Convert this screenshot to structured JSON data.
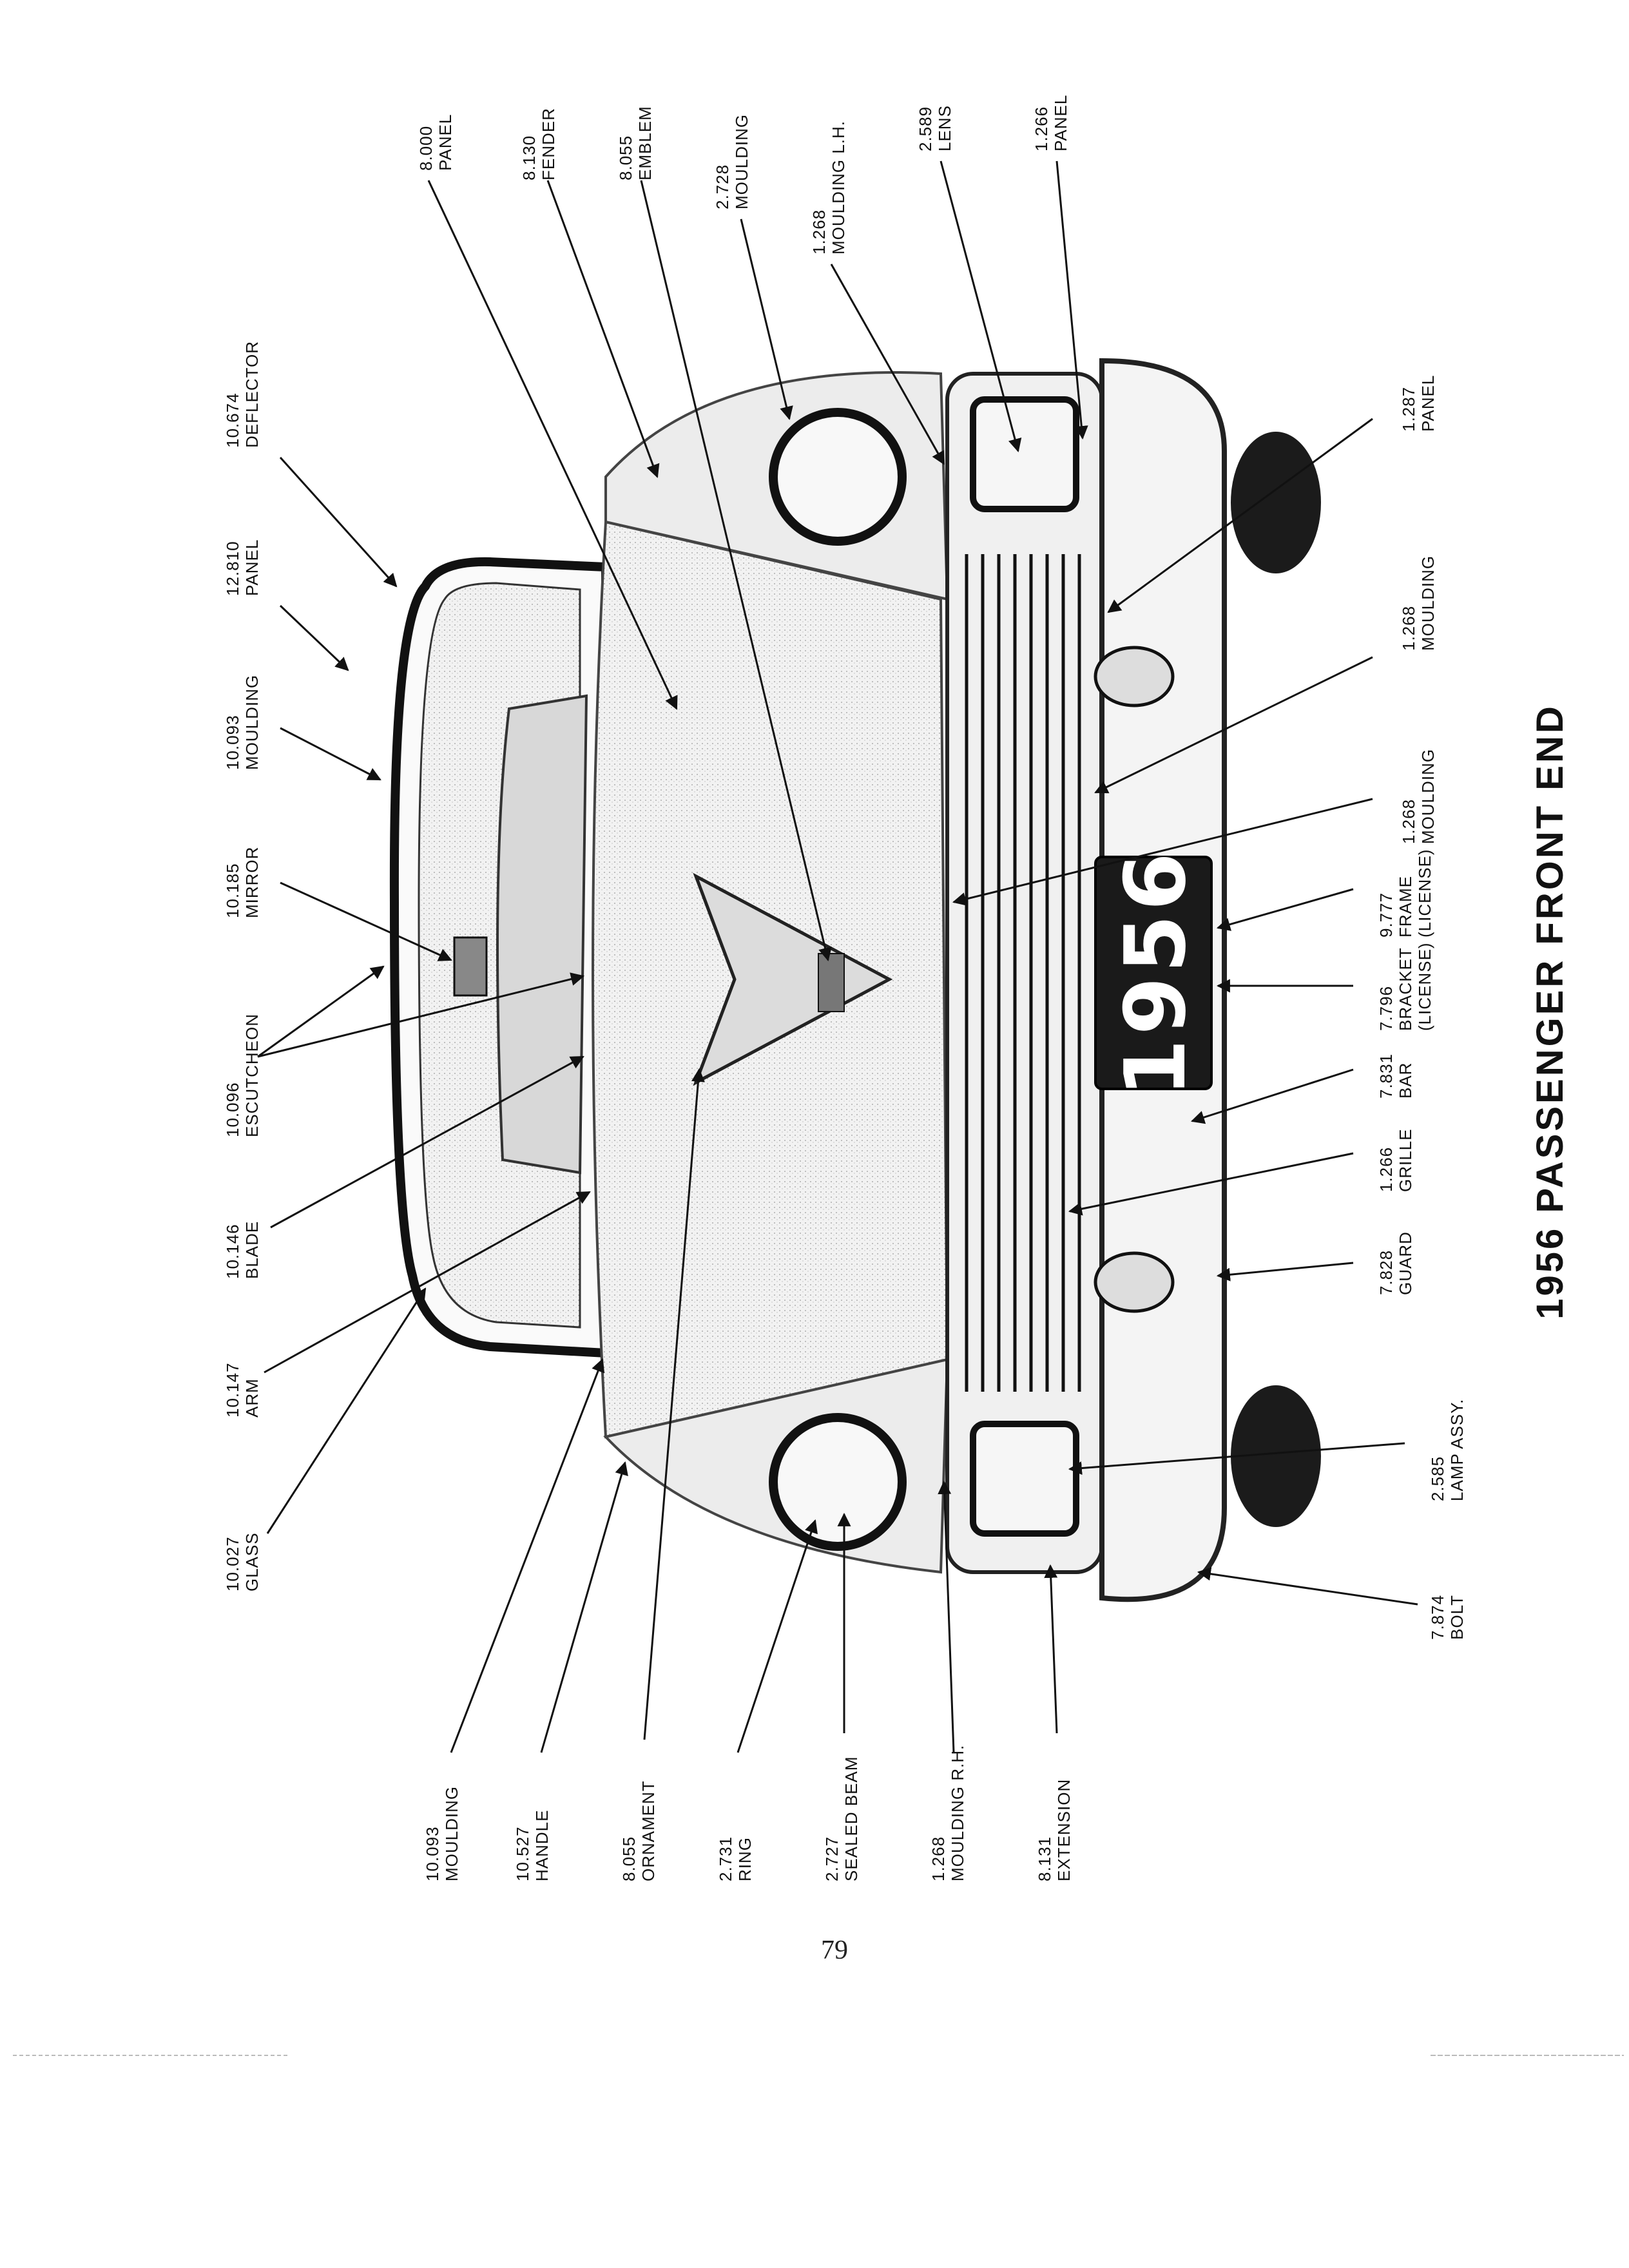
{
  "title": "1956 PASSENGER FRONT END",
  "page_number": "79",
  "license_plate_text": "1956",
  "callouts": [
    {
      "id": "deflector",
      "number": "10.674",
      "name": "DEFLECTOR"
    },
    {
      "id": "panel-12810",
      "number": "12.810",
      "name": "PANEL"
    },
    {
      "id": "moulding-10093-top",
      "number": "10.093",
      "name": "MOULDING"
    },
    {
      "id": "mirror",
      "number": "10.185",
      "name": "MIRROR"
    },
    {
      "id": "escutcheon",
      "number": "10.096",
      "name": "ESCUTCHEON"
    },
    {
      "id": "blade",
      "number": "10.146",
      "name": "BLADE"
    },
    {
      "id": "arm",
      "number": "10.147",
      "name": "ARM"
    },
    {
      "id": "glass",
      "number": "10.027",
      "name": "GLASS"
    },
    {
      "id": "panel-8000",
      "number": "8.000",
      "name": "PANEL"
    },
    {
      "id": "fender",
      "number": "8.130",
      "name": "FENDER"
    },
    {
      "id": "emblem",
      "number": "8.055",
      "name": "EMBLEM"
    },
    {
      "id": "moulding-2728",
      "number": "2.728",
      "name": "MOULDING"
    },
    {
      "id": "moulding-lh",
      "number": "1.268",
      "name": "MOULDING L.H."
    },
    {
      "id": "lens",
      "number": "2.589",
      "name": "LENS"
    },
    {
      "id": "panel-1266",
      "number": "1.266",
      "name": "PANEL"
    },
    {
      "id": "panel-1287",
      "number": "1.287",
      "name": "PANEL"
    },
    {
      "id": "moulding-1268-a",
      "number": "1.268",
      "name": "MOULDING"
    },
    {
      "id": "moulding-1268-b",
      "number": "1.268",
      "name": "MOULDING"
    },
    {
      "id": "frame-license",
      "number": "9.777",
      "name": "FRAME",
      "sub": "(LICENSE)"
    },
    {
      "id": "bracket-license",
      "number": "7.796",
      "name": "BRACKET",
      "sub": "(LICENSE)"
    },
    {
      "id": "bar",
      "number": "7.831",
      "name": "BAR"
    },
    {
      "id": "grille",
      "number": "1.266",
      "name": "GRILLE"
    },
    {
      "id": "guard",
      "number": "7.828",
      "name": "GUARD"
    },
    {
      "id": "lamp-assy",
      "number": "2.585",
      "name": "LAMP ASSY."
    },
    {
      "id": "bolt",
      "number": "7.874",
      "name": "BOLT"
    },
    {
      "id": "moulding-10093-bottom",
      "number": "10.093",
      "name": "MOULDING"
    },
    {
      "id": "handle",
      "number": "10.527",
      "name": "HANDLE"
    },
    {
      "id": "ornament",
      "number": "8.055",
      "name": "ORNAMENT"
    },
    {
      "id": "ring",
      "number": "2.731",
      "name": "RING"
    },
    {
      "id": "sealed-beam",
      "number": "2.727",
      "name": "SEALED BEAM"
    },
    {
      "id": "moulding-rh",
      "number": "1.268",
      "name": "MOULDING R.H."
    },
    {
      "id": "extension",
      "number": "8.131",
      "name": "EXTENSION"
    }
  ]
}
